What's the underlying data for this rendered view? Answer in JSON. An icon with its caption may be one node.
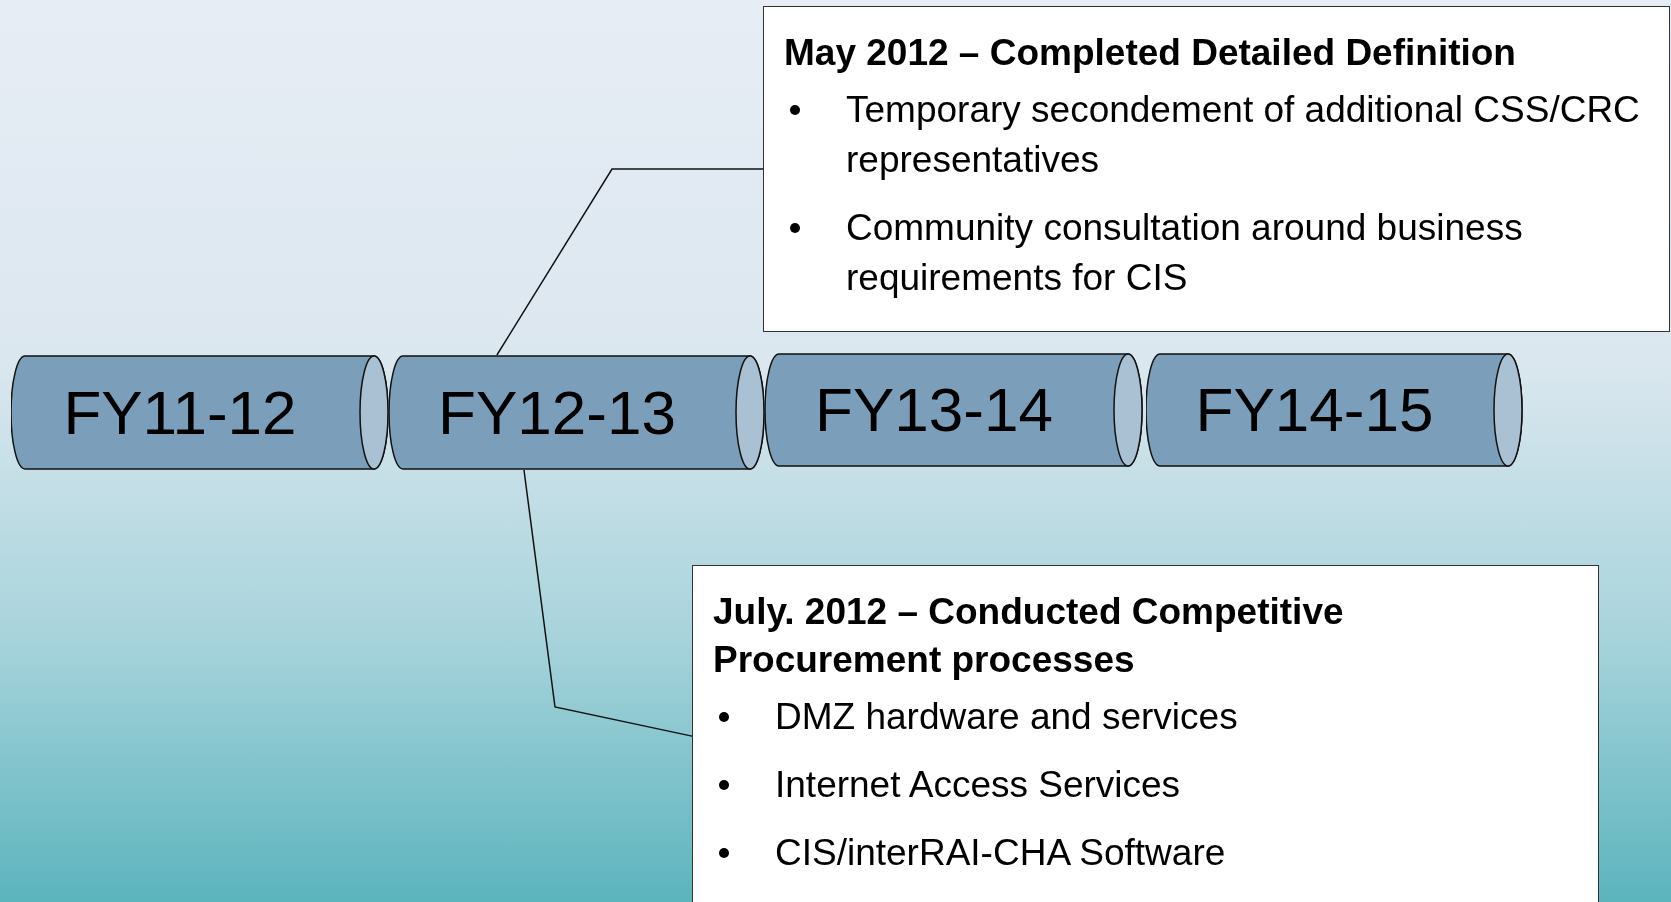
{
  "diagram": {
    "nodes": [
      {
        "text": [
          "May 2012 – Completed Detailed Definition",
          "Temporary secondement of additional CSS/CRC representatives",
          "Community consultation around business requirements for CIS"
        ]
      },
      {
        "text": [
          "FY11-12"
        ]
      },
      {
        "text": [
          "FY12-13"
        ]
      },
      {
        "text": [
          "FY13-14"
        ]
      },
      {
        "text": [
          "FY14-15"
        ]
      },
      {
        "text": [
          "July. 2012 – Conducted Competitive Procurement processes",
          "DMZ hardware and services",
          "Internet Access Services",
          "CIS/interRAI-CHA Software"
        ]
      }
    ],
    "edges": [
      {
        "from": 0,
        "to": 2,
        "arrow": "none"
      },
      {
        "from": 5,
        "to": 2,
        "arrow": "none"
      }
    ]
  }
}
